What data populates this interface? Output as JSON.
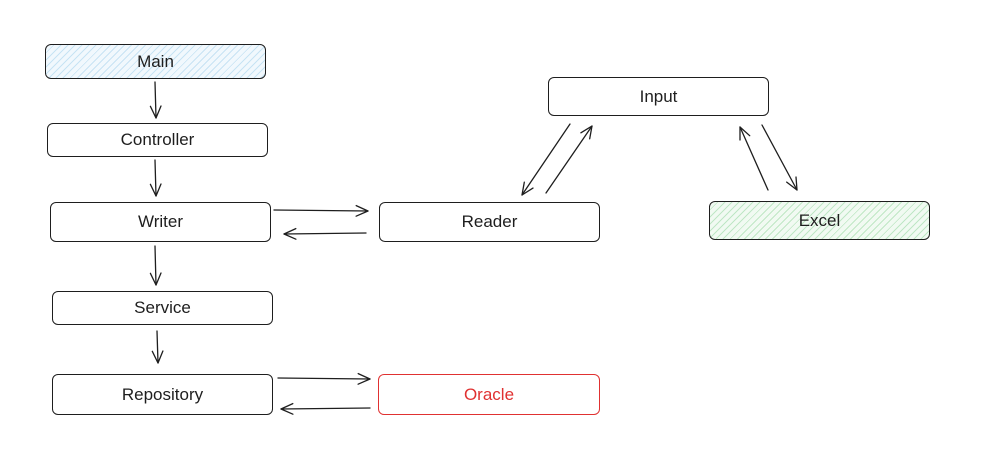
{
  "nodes": {
    "main": "Main",
    "controller": "Controller",
    "writer": "Writer",
    "service": "Service",
    "repository": "Repository",
    "reader": "Reader",
    "oracle": "Oracle",
    "input": "Input",
    "excel": "Excel"
  },
  "edges": [
    {
      "from": "Main",
      "to": "Controller"
    },
    {
      "from": "Controller",
      "to": "Writer"
    },
    {
      "from": "Writer",
      "to": "Service"
    },
    {
      "from": "Service",
      "to": "Repository"
    },
    {
      "from": "Writer",
      "to": "Reader"
    },
    {
      "from": "Reader",
      "to": "Writer"
    },
    {
      "from": "Repository",
      "to": "Oracle"
    },
    {
      "from": "Oracle",
      "to": "Repository"
    },
    {
      "from": "Input",
      "to": "Reader"
    },
    {
      "from": "Reader",
      "to": "Input"
    },
    {
      "from": "Input",
      "to": "Excel"
    },
    {
      "from": "Excel",
      "to": "Input"
    }
  ],
  "colors": {
    "stroke": "#1e1e1e",
    "main_fill": "#a5d8ff",
    "excel_fill": "#b2f2bb",
    "oracle_stroke": "#e03131"
  }
}
